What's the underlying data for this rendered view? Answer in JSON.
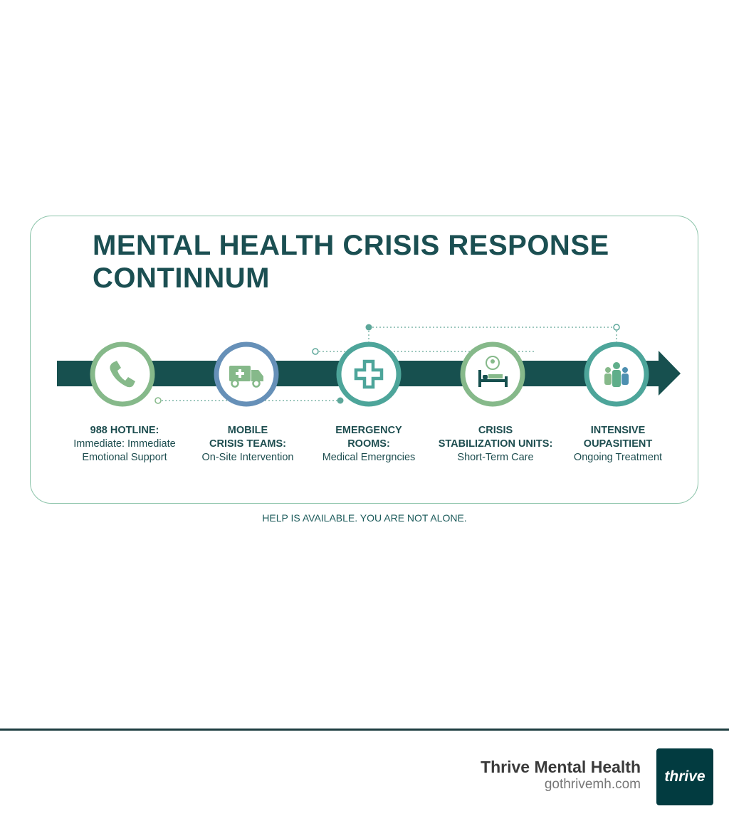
{
  "title_lines": [
    "MENTAL HEALTH CRISIS RESPONSE",
    "CONTINNUM"
  ],
  "steps": [
    {
      "heading": "988 HOTLINE:",
      "line1": "",
      "desc1": "Immediate: Immediate",
      "desc2": "Emotional Support",
      "icon": "phone-icon",
      "ring": "#86b98a"
    },
    {
      "heading": "MOBILE",
      "line1": "CRISIS TEAMS:",
      "desc1": "On-Site Intervention",
      "desc2": "",
      "icon": "ambulance-icon",
      "ring": "#6690b8"
    },
    {
      "heading": "EMERGENCY",
      "line1": "ROOMS:",
      "desc1": "Medical Emergncies",
      "desc2": "",
      "icon": "medical-cross-icon",
      "ring": "#4da59a"
    },
    {
      "heading": "CRISIS",
      "line1": "STABILIZATION UNITS:",
      "desc1": "Short-Term Care",
      "desc2": "",
      "icon": "hospital-bed-icon",
      "ring": "#86b98a"
    },
    {
      "heading": "INTENSIVE",
      "line1": "OUPASITIENT",
      "desc1": "Ongoing Treatment",
      "desc2": "",
      "icon": "group-icon",
      "ring": "#4da59a"
    }
  ],
  "tagline": "HELP IS AVAILABLE. YOU ARE NOT ALONE.",
  "footer": {
    "brand": "Thrive Mental Health",
    "url": "gothrivemh.com",
    "logo_text": "thrive"
  },
  "colors": {
    "primary": "#1b4f52",
    "arrow": "#17504f",
    "footer": "#023b40"
  }
}
